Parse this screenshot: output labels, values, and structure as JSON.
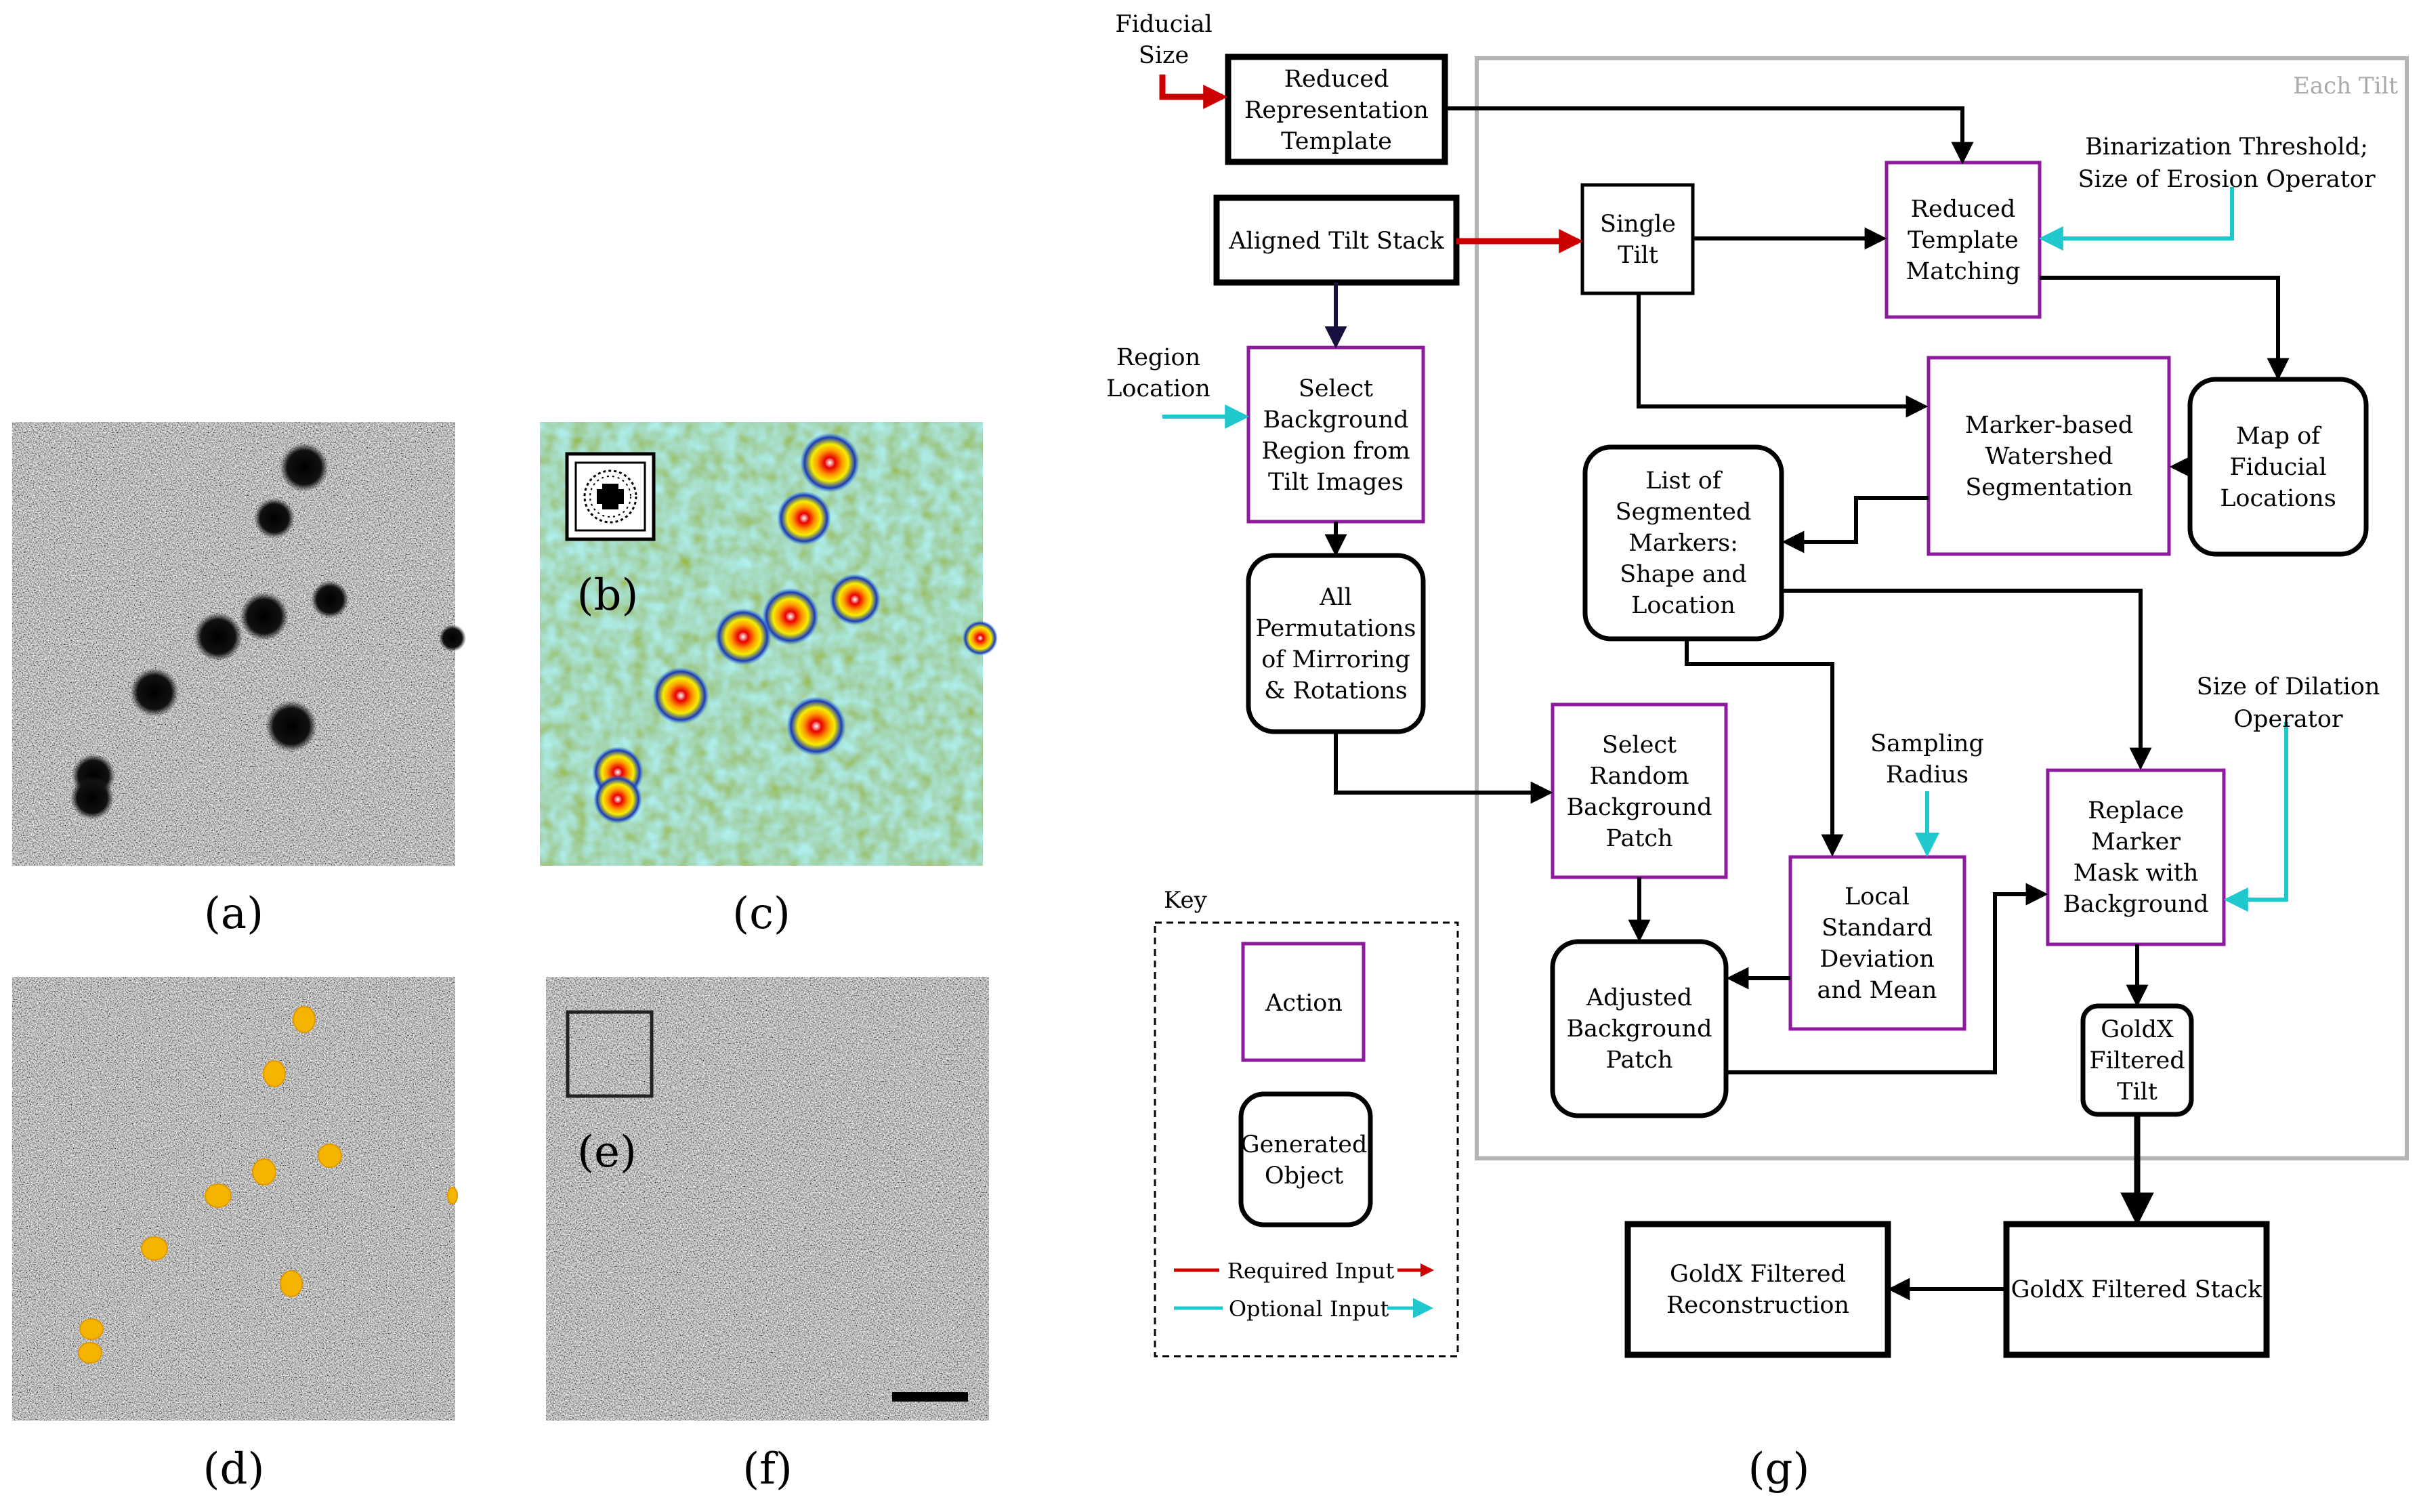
{
  "panels": {
    "a": "(a)",
    "b": "(b)",
    "c": "(c)",
    "d": "(d)",
    "e": "(e)",
    "f": "(f)",
    "g": "(g)"
  },
  "each_tilt": "Each Tilt",
  "nodes": {
    "reduced_template": "Reduced\nRepresentation\nTemplate",
    "aligned_stack": "Aligned Tilt Stack",
    "single_tilt": "Single\nTilt",
    "reduced_matching": "Reduced\nTemplate\nMatching",
    "select_background": "Select\nBackground\nRegion from\nTilt Images",
    "permutations": "All\nPermutations\nof Mirroring\n& Rotations",
    "watershed": "Marker-based\nWatershed\nSegmentation",
    "map_locations": "Map of\nFiducial\nLocations",
    "segmented_markers": "List of\nSegmented\nMarkers:\nShape and\nLocation",
    "select_patch": "Select\nRandom\nBackground\nPatch",
    "local_std": "Local\nStandard\nDeviation\nand Mean",
    "replace_marker": "Replace\nMarker\nMask with\nBackground",
    "adjusted_patch": "Adjusted\nBackground\nPatch",
    "filtered_tilt": "GoldX\nFiltered\nTilt",
    "filtered_stack": "GoldX Filtered Stack",
    "filtered_recon": "GoldX Filtered\nReconstruction"
  },
  "inputs": {
    "fiducial_size": "Fiducial\nSize",
    "region_location": "Region\nLocation",
    "binarization": "Binarization Threshold;\nSize of Erosion Operator",
    "sampling_radius": "Sampling\nRadius",
    "dilation_size": "Size of Dilation\nOperator"
  },
  "key": {
    "title": "Key",
    "action": "Action",
    "generated": "Generated\nObject",
    "required": "Required Input",
    "optional": "Optional Input"
  },
  "colors": {
    "action_border": "#8e1a9e",
    "required_arrow": "#cc0000",
    "optional_arrow": "#1fc8cc",
    "region_frame": "#b4b4b4",
    "marker_fill": "#f4b400"
  }
}
